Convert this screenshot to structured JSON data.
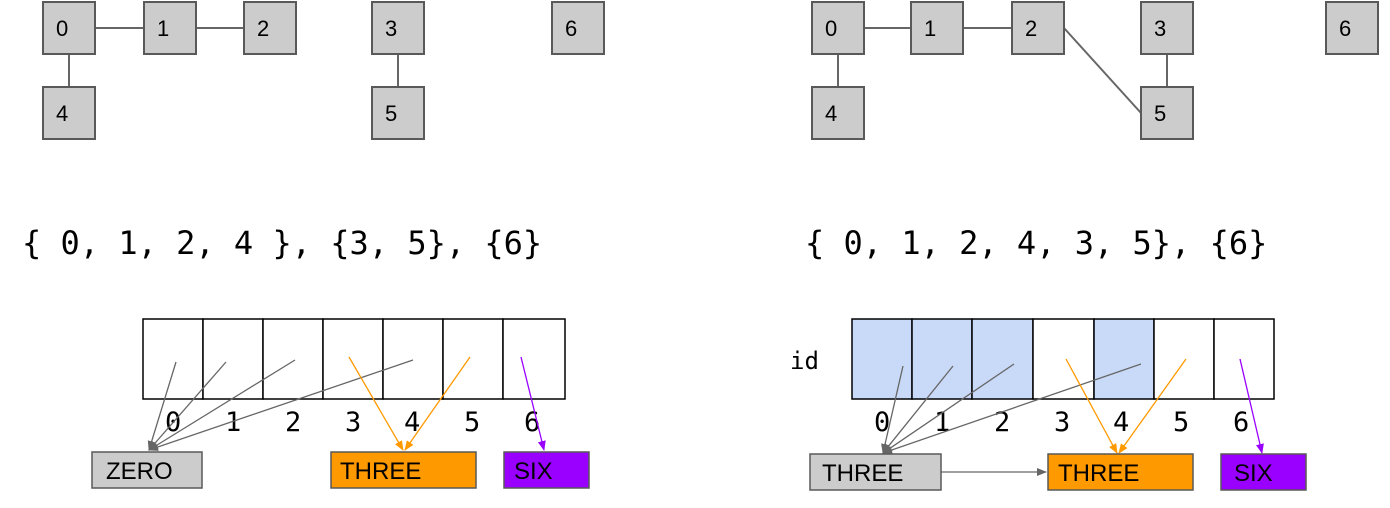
{
  "colors": {
    "node_fill": "#cccccc",
    "highlight_cell": "#c9daf8",
    "orange": "#ff9900",
    "purple": "#9900ff",
    "gray": "#666666"
  },
  "left": {
    "nodes": [
      "0",
      "1",
      "2",
      "3",
      "4",
      "5",
      "6"
    ],
    "sets_text": "{ 0, 1, 2, 4 }, {3, 5}, {6}",
    "indices": [
      "0",
      "1",
      "2",
      "3",
      "4",
      "5",
      "6"
    ],
    "labels": [
      "ZERO",
      "THREE",
      "SIX"
    ]
  },
  "right": {
    "nodes": [
      "0",
      "1",
      "2",
      "3",
      "4",
      "5",
      "6"
    ],
    "sets_text": "{ 0, 1, 2, 4, 3, 5}, {6}",
    "array_label": "id",
    "indices": [
      "0",
      "1",
      "2",
      "3",
      "4",
      "5",
      "6"
    ],
    "labels": [
      "THREE",
      "THREE",
      "SIX"
    ]
  }
}
